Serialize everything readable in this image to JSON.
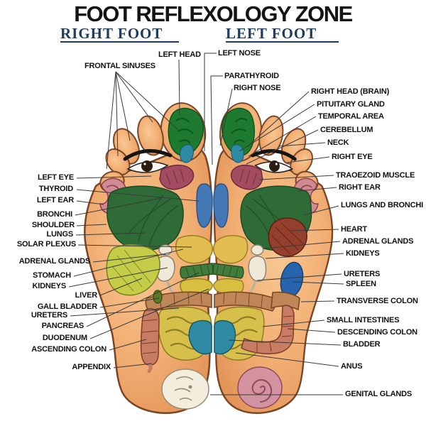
{
  "title": "FOOT REFLEXOLOGY ZONE",
  "headings": {
    "right_foot": "RIGHT FOOT",
    "left_foot": "LEFT FOOT"
  },
  "labels": {
    "frontal_sinuses": "FRONTAL SINUSES",
    "left_head": "LEFT HEAD",
    "left_nose": "LEFT NOSE",
    "parathyroid": "PARATHYROID",
    "right_nose": "RIGHT NOSE",
    "right_head_brain": "RIGHT HEAD (BRAIN)",
    "pituitary_gland": "PITUITARY GLAND",
    "temporal_area": "TEMPORAL AREA",
    "cerebellum": "CEREBELLUM",
    "neck": "NECK",
    "right_eye": "RIGHT EYE",
    "traoezoid_muscle": "TRAOEZOID MUSCLE",
    "right_ear": "RIGHT EAR",
    "lungs_and_bronchi": "LUNGS AND BRONCHI",
    "heart": "HEART",
    "adrenal_glands_right": "ADRENAL GLANDS",
    "kidneys_right": "KIDNEYS",
    "ureters_right": "URETERS",
    "spleen": "SPLEEN",
    "transverse_colon": "TRANSVERSE COLON",
    "small_intestines": "SMALL INTESTINES",
    "descending_colon": "DESCENDING COLON",
    "bladder": "BLADDER",
    "anus": "ANUS",
    "genital_glands": "GENITAL GLANDS",
    "left_eye": "LEFT EYE",
    "thyroid": "THYROID",
    "left_ear": "LEFT EAR",
    "bronchi": "BRONCHI",
    "shoulder": "SHOULDER",
    "lungs": "LUNGS",
    "solar_plexus": "SOLAR PLEXUS",
    "adrenal_glands_left": "ADRENAL GLANDS",
    "stomach": "STOMACH",
    "kidneys_left": "KIDNEYS",
    "liver": "LIVER",
    "gall_bladder": "GALL BLADDER",
    "ureters_left": "URETERS",
    "pancreas": "PANCREAS",
    "duodenum": "DUODENUM",
    "ascending_colon": "ASCENDING COLON",
    "appendix": "APPENDIX"
  },
  "colors": {
    "heading_navy": "#1e3c5c",
    "label_text": "#111111",
    "leader_line": "#3a3a3a",
    "skin": "#f2af74",
    "skin_shade": "#e08f52",
    "outline_brown": "#7a4526",
    "brain_green": "#1e7a2f",
    "lungs_green": "#2e6b36",
    "ear_pink": "#d08a93",
    "trapezoid_maroon": "#a34b61",
    "neck_blue": "#4478b5",
    "liver_yellow_green": "#c5cc48",
    "stomach_yellow": "#e2bd4f",
    "pancreas_green": "#417c3c",
    "kidney_white": "#efe9d9",
    "spleen_blue": "#2764ae",
    "heart_red": "#94402c",
    "colon_tan": "#bf8757",
    "colon_salmon": "#c87c63",
    "intestine_yellow": "#d6bf4a",
    "bladder_teal": "#2f8ba4",
    "heel_pink": "#d393a0",
    "heel_white": "#f2eddc"
  }
}
